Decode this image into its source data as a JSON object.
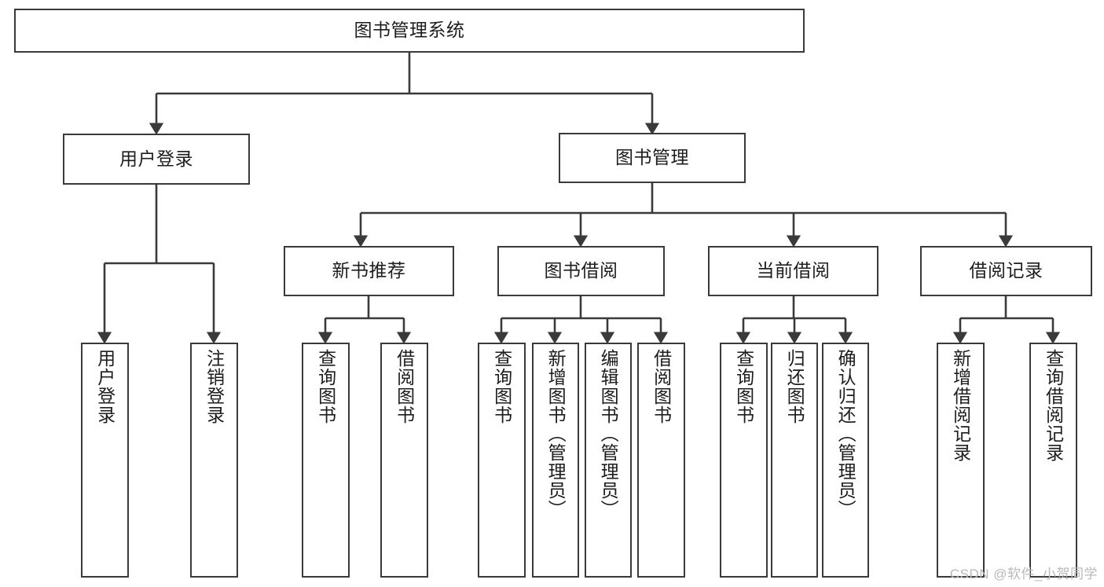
{
  "diagram": {
    "type": "tree-flowchart",
    "title": "图书管理系统",
    "root": {
      "label": "图书管理系统"
    },
    "level1": [
      {
        "label": "用户登录"
      },
      {
        "label": "图书管理"
      }
    ],
    "level2": [
      {
        "label": "新书推荐"
      },
      {
        "label": "图书借阅"
      },
      {
        "label": "当前借阅"
      },
      {
        "label": "借阅记录"
      }
    ],
    "leaves": {
      "user_login": [
        {
          "label": "用户登录"
        },
        {
          "label": "注销登录"
        }
      ],
      "new_book_recommend": [
        {
          "label": "查询图书"
        },
        {
          "label": "借阅图书"
        }
      ],
      "book_borrow": [
        {
          "label": "查询图书"
        },
        {
          "label": "新增图书（管理员）"
        },
        {
          "label": "编辑图书（管理员）"
        },
        {
          "label": "借阅图书"
        }
      ],
      "current_borrow": [
        {
          "label": "查询图书"
        },
        {
          "label": "归还图书"
        },
        {
          "label": "确认归还（管理员）"
        }
      ],
      "borrow_record": [
        {
          "label": "新增借阅记录"
        },
        {
          "label": "查询借阅记录"
        }
      ]
    }
  },
  "watermark": {
    "text": "CSDN @软件_小贺同学"
  },
  "colors": {
    "stroke": "#3a3a3a",
    "box_fill": "#ffffff",
    "text": "#1d1d1d",
    "watermark": "#b9b9b9",
    "background": "#ffffff"
  }
}
